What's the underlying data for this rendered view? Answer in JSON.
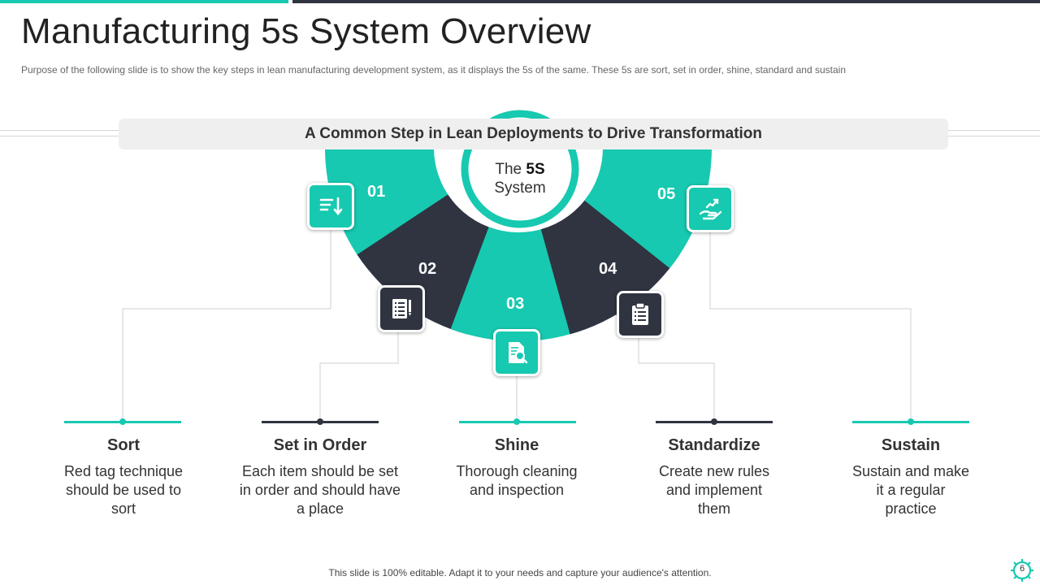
{
  "slide": {
    "title": "Manufacturing 5s System Overview",
    "subtitle": "Purpose of the following  slide is to show the key steps in lean manufacturing  development  system, as it displays the 5s of the same. These  5s are sort,  set in order,  shine,  standard and  sustain",
    "banner": "A Common Step in Lean Deployments to Drive Transformation",
    "center": {
      "line1_prefix": "The ",
      "line1_bold": "5S",
      "line2": "System"
    },
    "footer": "This slide is 100% editable. Adapt it to your needs and capture your audience's attention.",
    "page_number": "6"
  },
  "colors": {
    "accent": "#17c9b0",
    "dark": "#2f3440",
    "text": "#333333"
  },
  "steps": [
    {
      "number": "01",
      "title": "Sort",
      "description": "Red tag technique should be used to sort",
      "color": "teal",
      "icon": "sort-list-icon"
    },
    {
      "number": "02",
      "title": "Set in Order",
      "description": "Each item should be set in order and should have a place",
      "color": "dark",
      "icon": "document-list-icon"
    },
    {
      "number": "03",
      "title": "Shine",
      "description": "Thorough cleaning and inspection",
      "color": "teal",
      "icon": "document-search-icon"
    },
    {
      "number": "04",
      "title": "Standardize",
      "description": "Create new rules and implement them",
      "color": "dark",
      "icon": "clipboard-icon"
    },
    {
      "number": "05",
      "title": "Sustain",
      "description": "Sustain and make it a regular practice",
      "color": "teal",
      "icon": "hand-growth-icon"
    }
  ]
}
